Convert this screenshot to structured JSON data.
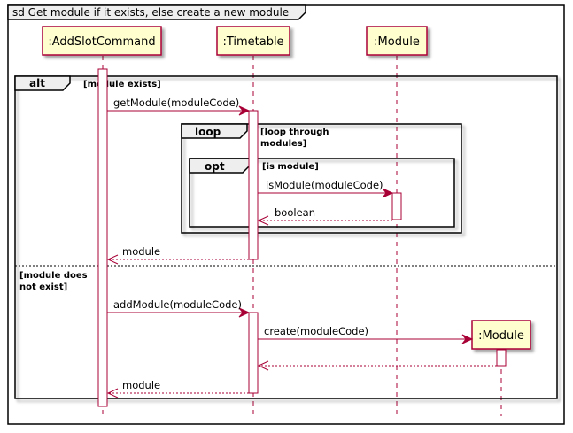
{
  "diagram": {
    "title": "sd Get module if it exists, else create a new module",
    "participants": {
      "addslot": ":AddSlotCommand",
      "timetable": ":Timetable",
      "module": ":Module",
      "created_module": ":Module"
    },
    "fragments": {
      "alt": {
        "keyword": "alt",
        "guard": "[module exists]",
        "else_guard_line1": "[module does",
        "else_guard_line2": "not exist]"
      },
      "loop": {
        "keyword": "loop",
        "guard_line1": "[loop through",
        "guard_line2": "modules]"
      },
      "opt": {
        "keyword": "opt",
        "guard": "[is module]"
      }
    },
    "messages": {
      "get_module": "getModule(moduleCode)",
      "is_module": "isModule(moduleCode)",
      "boolean_return": "boolean",
      "module_return_1": "module",
      "add_module": "addModule(moduleCode)",
      "create": "create(moduleCode)",
      "module_return_2": "module"
    }
  }
}
